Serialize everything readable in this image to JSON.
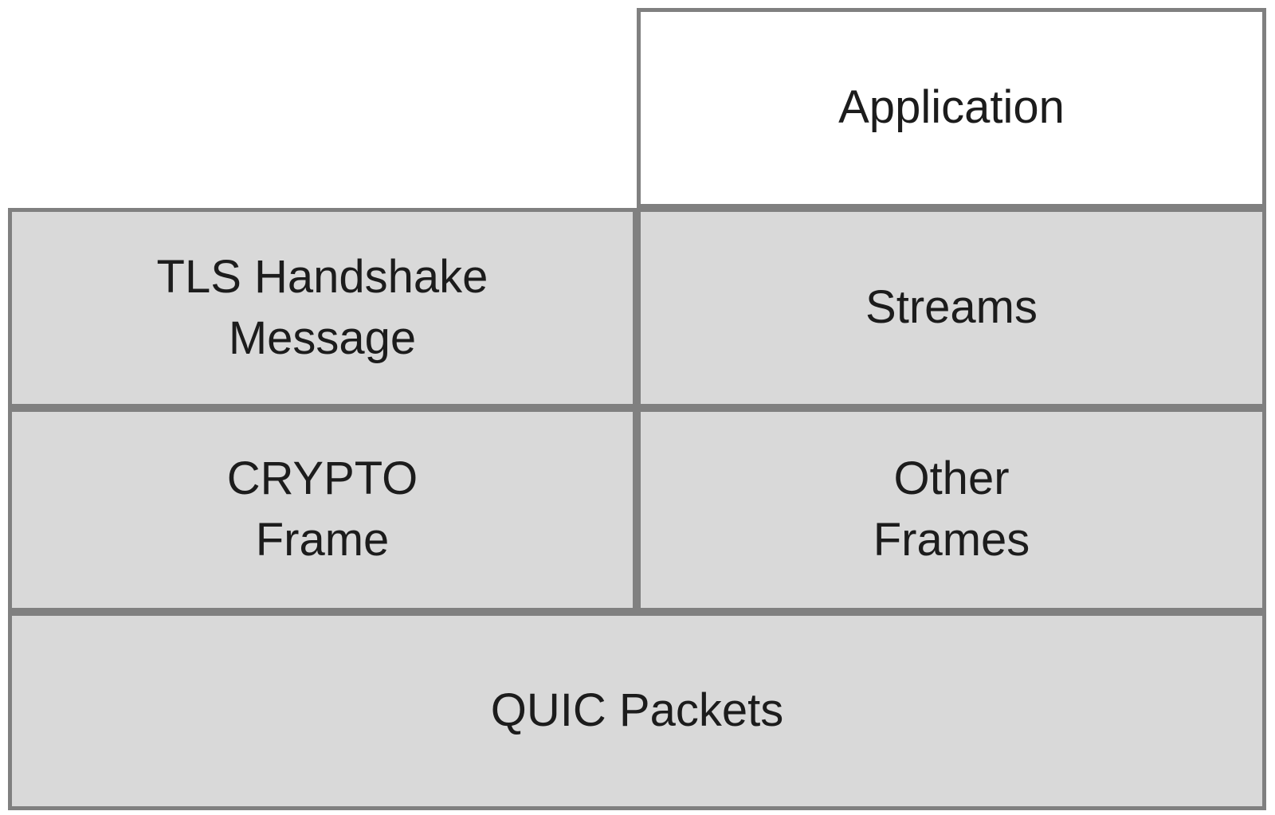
{
  "colors": {
    "background": "#ffffff",
    "box_fill": "#d9d9d9",
    "box_border": "#808080",
    "text": "#1c1c1c"
  },
  "boxes": {
    "application": {
      "label": "Application"
    },
    "tls_handshake_message": {
      "label": "TLS Handshake\nMessage"
    },
    "streams": {
      "label": "Streams"
    },
    "crypto_frame": {
      "label": "CRYPTO\nFrame"
    },
    "other_frames": {
      "label": "Other\nFrames"
    },
    "quic_packets": {
      "label": "QUIC Packets"
    }
  }
}
